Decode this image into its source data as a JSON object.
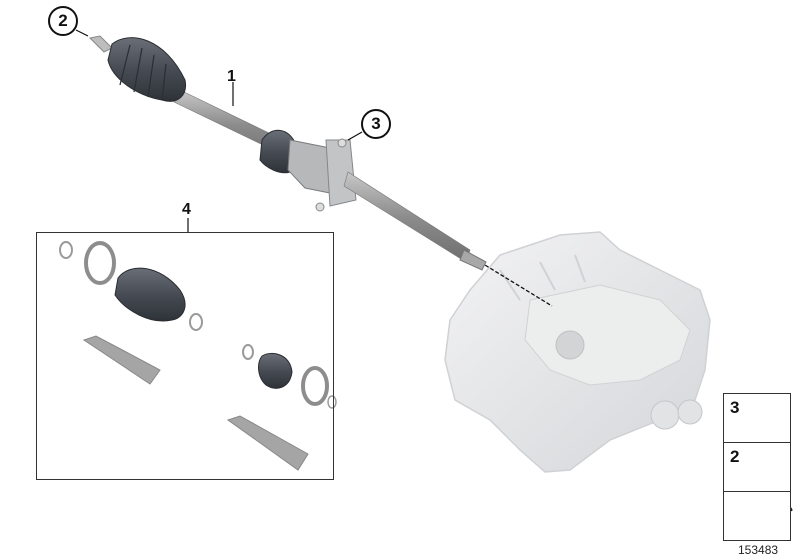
{
  "diagram": {
    "type": "exploded parts diagram",
    "subject": "Front drive shaft with transmission",
    "reference_number": "153483"
  },
  "callouts": [
    {
      "id": "2",
      "label": "2",
      "part": "threaded stub / nut end of outer CV joint"
    },
    {
      "id": "1",
      "label": "1",
      "part": "drive shaft"
    },
    {
      "id": "3",
      "label": "3",
      "part": "bearing bracket bolt"
    },
    {
      "id": "4",
      "label": "4",
      "part": "repair kit bellows"
    }
  ],
  "legend": {
    "items": [
      {
        "label": "3",
        "icon": "hex-flange-bolt-icon"
      },
      {
        "label": "2",
        "icon": "collar-nut-icon"
      },
      {
        "label": "",
        "icon": "arrow-symbol-icon"
      }
    ]
  },
  "colors": {
    "outline": "#111111",
    "boot": "#4a4f57",
    "shaft": "#9a9a9a",
    "housing": "#e6e7e9"
  }
}
